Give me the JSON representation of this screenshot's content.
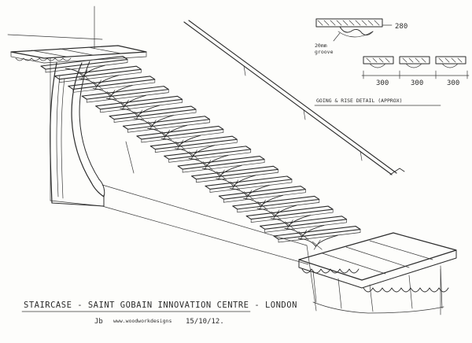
{
  "title": "STAIRCASE - SAINT GOBAIN INNOVATION CENTRE - LONDON",
  "signature": {
    "initials": "Jb",
    "studio": "www.woodworkdesigns",
    "date": "15/10/12."
  },
  "detail": {
    "label": "GOING & RISE DETAIL (APPROX)",
    "tread_depth": "280",
    "groove_note_line1": "20mm",
    "groove_note_line2": "groove",
    "goings": [
      "300",
      "300",
      "300"
    ]
  },
  "stair": {
    "tread_count": 18
  },
  "colors": {
    "ink": "#2b2b2b",
    "paper": "#fdfdfb"
  }
}
